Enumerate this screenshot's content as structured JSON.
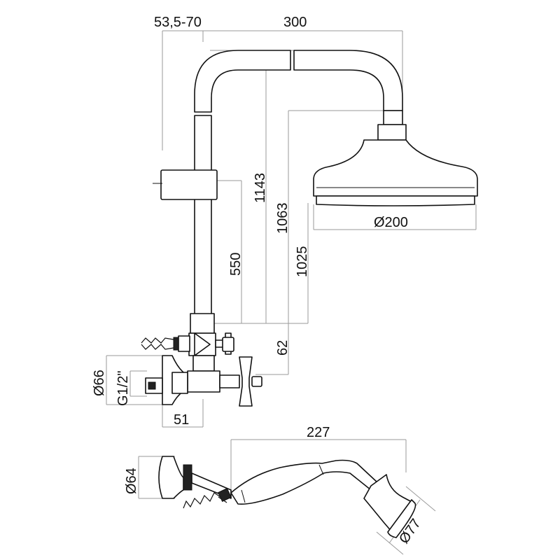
{
  "dimensions": {
    "adjust_range": "53,5-70",
    "arm_projection": "300",
    "total_height": "1143",
    "head_height": "1063",
    "head_height_low": "1025",
    "slider_height": "550",
    "valve_offset": "62",
    "head_diameter": "Ø200",
    "flange_diameter": "Ø66",
    "thread": "G1/2\"",
    "wall_projection": "51",
    "hand_shower_length": "227",
    "holder_diameter": "Ø64",
    "hand_head_diameter": "Ø77"
  }
}
